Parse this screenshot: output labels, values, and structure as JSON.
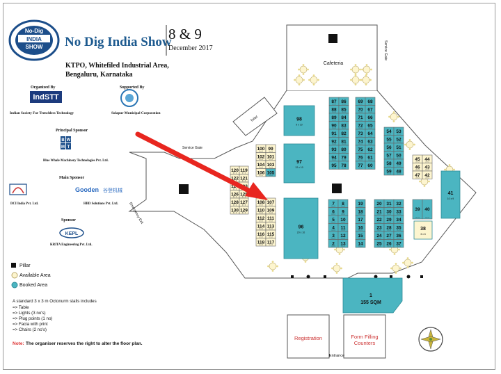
{
  "header": {
    "logo_text": [
      "No-Dig",
      "INDIA",
      "SHOW"
    ],
    "show_title": "No Dig India Show",
    "dates_big": "8 & 9",
    "dates_month": "December 2017",
    "venue_line1": "KTPO, Whitefiled Industrial Area,",
    "venue_line2": "Bengaluru, Karnataka"
  },
  "sponsors": {
    "organized_by": "Organized By",
    "organizer_logo": "IndSTT",
    "organizer_name": "Indian Society For Trenchless Technology",
    "supported_by": "Supported By",
    "supporter_name": "Solapur Municipal Corporation",
    "principal_label": "Principal Sponsor",
    "principal_name": "Blue Whale Machinery Technologies Pvt. Ltd.",
    "main_label": "Main Sponsor",
    "main_1": "DCI India Pvt. Ltd.",
    "main_2_logo": "Gooden",
    "main_2_logo_cn": "谷登机械",
    "main_2": "HBD Solutions Pvt. Ltd.",
    "sponsor_label": "Sponsor",
    "sponsor_logo": "KEPL",
    "sponsor_name": "KRITA Engineering Pvt. Ltd."
  },
  "legend": {
    "pillar": "Pillar",
    "available": "Available Area",
    "booked": "Booked Area"
  },
  "notes": {
    "title": "A standard 3 x 3 m Octonurm stalls includes",
    "items": [
      "=> Table",
      "=> Lights (3 no's)",
      "=> Plug points (1 no)",
      "=> Facia with print",
      "=> Chairs (2 no's)"
    ],
    "note_label": "Note:",
    "note_text": "The organiser reserves the right to alter the floor plan."
  },
  "venue": {
    "cafeteria": "Cafeteria",
    "service_gate": "Service Gate",
    "service_gate_right": "Service Gate",
    "toilet": "Toilet",
    "emergency_exit": "Emergency Exit",
    "registration": "Registration",
    "form_filling": "Form Filling Counters",
    "entrance": "Entrance",
    "big_stall_label": "1",
    "big_stall_area": "155 SQM",
    "dim_96": "20 x 10",
    "dim_97": "12 x 10",
    "dim_98": "9 x 10",
    "dim_41": "10 x 9",
    "dim_38": "3 x 6"
  },
  "colors": {
    "booked": "#4bb5c1",
    "available": "#fdf5cf",
    "pillar": "#111111",
    "arrow": "#e8261f"
  },
  "stalls": {
    "left_pair": [
      [
        "120",
        "119"
      ],
      [
        "122",
        "121"
      ],
      [
        "124",
        "123"
      ],
      [
        "126",
        "125"
      ],
      [
        "128",
        "127"
      ],
      [
        "130",
        "129"
      ]
    ],
    "col_100": [
      [
        "100",
        "99"
      ],
      [
        "102",
        "101"
      ],
      [
        "104",
        "103"
      ],
      [
        "106",
        "105"
      ]
    ],
    "col_108": [
      [
        "108",
        "107"
      ],
      [
        "110",
        "109"
      ],
      [
        "112",
        "111"
      ],
      [
        "114",
        "113"
      ],
      [
        "116",
        "115"
      ],
      [
        "118",
        "117"
      ]
    ],
    "top_a": [
      [
        "87",
        "86"
      ],
      [
        "88",
        "85"
      ],
      [
        "89",
        "84"
      ],
      [
        "90",
        "83"
      ],
      [
        "91",
        "82"
      ],
      [
        "92",
        "81"
      ],
      [
        "93",
        "80"
      ],
      [
        "94",
        "79"
      ],
      [
        "95",
        "78"
      ]
    ],
    "top_b": [
      [
        "69",
        "68"
      ],
      [
        "70",
        "67"
      ],
      [
        "71",
        "66"
      ],
      [
        "72",
        "65"
      ],
      [
        "73",
        "64"
      ],
      [
        "74",
        "63"
      ],
      [
        "75",
        "62"
      ],
      [
        "76",
        "61"
      ],
      [
        "77",
        "60"
      ]
    ],
    "top_c": [
      [
        "54",
        "53"
      ],
      [
        "55",
        "52"
      ],
      [
        "56",
        "51"
      ],
      [
        "57",
        "50"
      ],
      [
        "58",
        "49"
      ],
      [
        "59",
        "48"
      ]
    ],
    "top_d": [
      [
        "45",
        "44"
      ],
      [
        "46",
        "43"
      ],
      [
        "47",
        "42"
      ]
    ],
    "low_a": [
      [
        "7",
        "8"
      ],
      [
        "6",
        "9"
      ],
      [
        "5",
        "10"
      ],
      [
        "4",
        "11"
      ],
      [
        "3",
        "12"
      ],
      [
        "2",
        "13"
      ]
    ],
    "low_b": [
      "19",
      "18",
      "17",
      "16",
      "15",
      "14"
    ],
    "low_c": [
      [
        "20",
        "31",
        "32"
      ],
      [
        "21",
        "30",
        "33"
      ],
      [
        "22",
        "29",
        "34"
      ],
      [
        "23",
        "28",
        "35"
      ],
      [
        "24",
        "27",
        "36"
      ],
      [
        "25",
        "26",
        "37"
      ]
    ],
    "low_d": [
      "39",
      "40"
    ]
  }
}
